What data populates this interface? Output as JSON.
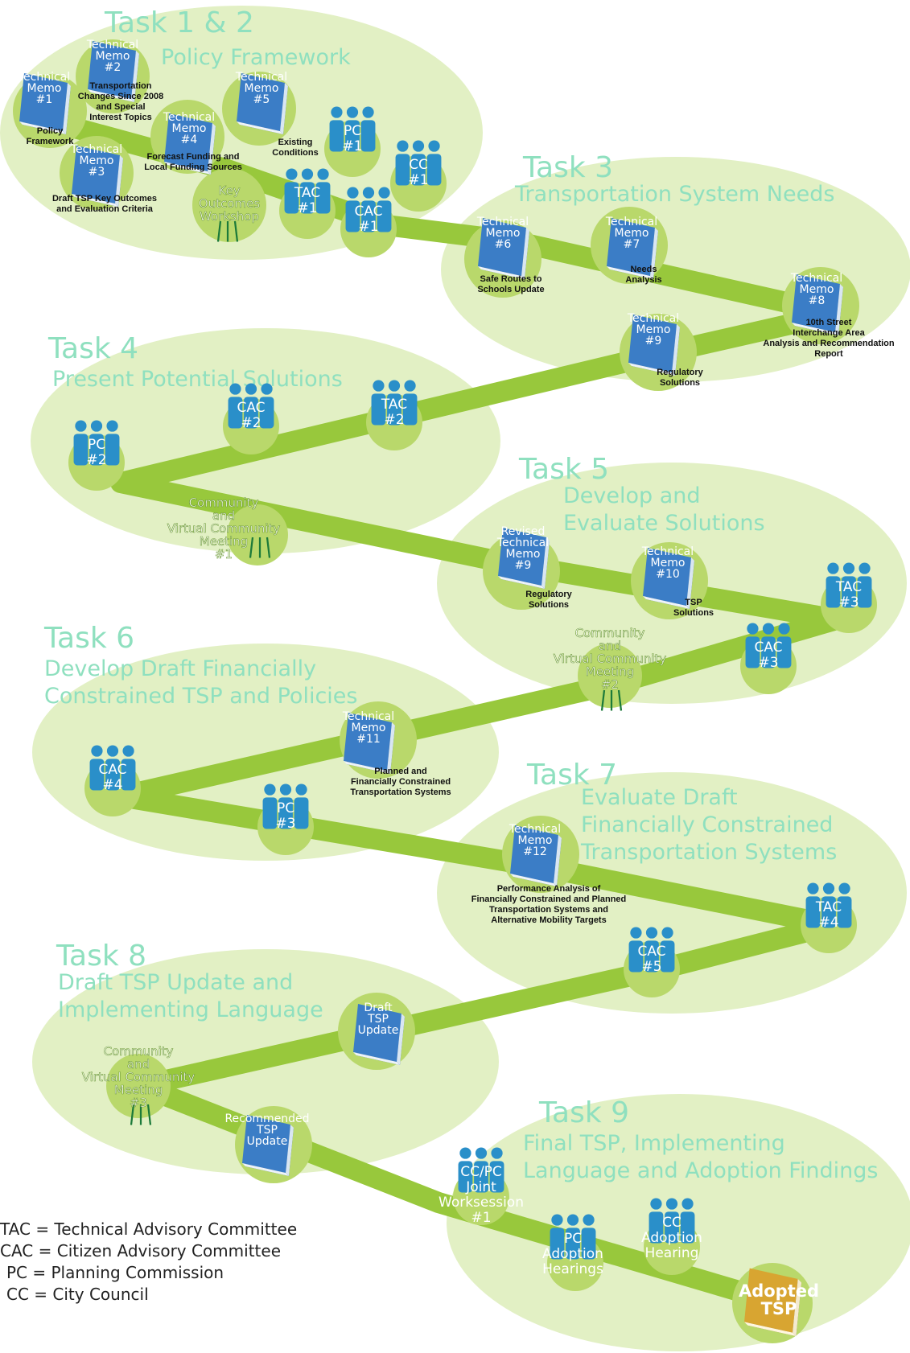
{
  "tasks": [
    {
      "id": "t12",
      "title": "Task 1 & 2",
      "subtitle": [
        "Policy Framework"
      ]
    },
    {
      "id": "t3",
      "title": "Task 3",
      "subtitle": [
        "Transportation System Needs"
      ]
    },
    {
      "id": "t4",
      "title": "Task 4",
      "subtitle": [
        "Present Potential Solutions"
      ]
    },
    {
      "id": "t5",
      "title": "Task 5",
      "subtitle": [
        "Develop and",
        "Evaluate Solutions"
      ]
    },
    {
      "id": "t6",
      "title": "Task 6",
      "subtitle": [
        "Develop Draft Financially",
        "Constrained TSP and Policies"
      ]
    },
    {
      "id": "t7",
      "title": "Task 7",
      "subtitle": [
        "Evaluate Draft",
        "Financially Constrained",
        "Transportation Systems"
      ]
    },
    {
      "id": "t8",
      "title": "Task 8",
      "subtitle": [
        "Draft TSP Update and",
        "Implementing Language"
      ]
    },
    {
      "id": "t9",
      "title": "Task 9",
      "subtitle": [
        "Final TSP, Implementing",
        "Language and Adoption Findings"
      ]
    }
  ],
  "memos": [
    {
      "id": "m1",
      "label": [
        "Technical",
        "Memo",
        "#1"
      ],
      "caption": [
        "Policy",
        "Framework"
      ]
    },
    {
      "id": "m2",
      "label": [
        "Technical",
        "Memo",
        "#2"
      ],
      "caption": [
        "Transportation",
        "Changes Since 2008",
        "and Special",
        "Interest Topics"
      ]
    },
    {
      "id": "m3",
      "label": [
        "Technical",
        "Memo",
        "#3"
      ],
      "caption": [
        "Draft TSP Key Outcomes",
        "and Evaluation Criteria"
      ]
    },
    {
      "id": "m4",
      "label": [
        "Technical",
        "Memo",
        "#4"
      ],
      "caption": [
        "Forecast Funding and",
        "Local Funding Sources"
      ]
    },
    {
      "id": "m5",
      "label": [
        "Technical",
        "Memo",
        "#5"
      ],
      "caption": [
        "Existing",
        "Conditions"
      ]
    },
    {
      "id": "m6",
      "label": [
        "Technical",
        "Memo",
        "#6"
      ],
      "caption": [
        "Safe Routes to",
        "Schools Update"
      ]
    },
    {
      "id": "m7",
      "label": [
        "Technical",
        "Memo",
        "#7"
      ],
      "caption": [
        "Needs",
        "Analysis"
      ]
    },
    {
      "id": "m8",
      "label": [
        "Technical",
        "Memo",
        "#8"
      ],
      "caption": [
        "10th Street",
        "Interchange Area",
        "Analysis and Recommendation",
        "Report"
      ]
    },
    {
      "id": "m9",
      "label": [
        "Technical",
        "Memo",
        "#9"
      ],
      "caption": [
        "Regulatory",
        "Solutions"
      ]
    },
    {
      "id": "m9r",
      "label": [
        "Revised",
        "Technical",
        "Memo",
        "#9"
      ],
      "caption": [
        "Regulatory",
        "Solutions"
      ]
    },
    {
      "id": "m10",
      "label": [
        "Technical",
        "Memo",
        "#10"
      ],
      "caption": [
        "TSP",
        "Solutions"
      ]
    },
    {
      "id": "m11",
      "label": [
        "Technical",
        "Memo",
        "#11"
      ],
      "caption": [
        "Planned and",
        "Financially Constrained",
        "Transportation Systems"
      ]
    },
    {
      "id": "m12",
      "label": [
        "Technical",
        "Memo",
        "#12"
      ],
      "caption": [
        "Performance Analysis of",
        "Financially Constrained and Planned",
        "Transportation Systems and",
        "Alternative Mobility Targets"
      ]
    },
    {
      "id": "dtsp",
      "label": [
        "Draft",
        "TSP",
        "Update"
      ],
      "caption": []
    },
    {
      "id": "rtsp",
      "label": [
        "Recommended",
        "TSP",
        "Update"
      ],
      "caption": []
    }
  ],
  "meetings": [
    {
      "id": "pc1",
      "label": [
        "PC",
        "#1"
      ]
    },
    {
      "id": "cc1",
      "label": [
        "CC",
        "#1"
      ]
    },
    {
      "id": "tac1",
      "label": [
        "TAC",
        "#1"
      ]
    },
    {
      "id": "cac1",
      "label": [
        "CAC",
        "#1"
      ]
    },
    {
      "id": "cac2",
      "label": [
        "CAC",
        "#2"
      ]
    },
    {
      "id": "tac2",
      "label": [
        "TAC",
        "#2"
      ]
    },
    {
      "id": "pc2",
      "label": [
        "PC",
        "#2"
      ]
    },
    {
      "id": "tac3",
      "label": [
        "TAC",
        "#3"
      ]
    },
    {
      "id": "cac3",
      "label": [
        "CAC",
        "#3"
      ]
    },
    {
      "id": "cac4",
      "label": [
        "CAC",
        "#4"
      ]
    },
    {
      "id": "pc3",
      "label": [
        "PC",
        "#3"
      ]
    },
    {
      "id": "tac4",
      "label": [
        "TAC",
        "#4"
      ]
    },
    {
      "id": "cac5",
      "label": [
        "CAC",
        "#5"
      ]
    },
    {
      "id": "ccpc",
      "label": [
        "CC/PC",
        "Joint",
        "Worksession",
        "#1"
      ]
    },
    {
      "id": "pcah",
      "label": [
        "PC",
        "Adoption",
        "Hearings"
      ]
    },
    {
      "id": "ccah",
      "label": [
        "CC",
        "Adoption",
        "Hearing"
      ]
    }
  ],
  "events": [
    {
      "id": "kow",
      "label": [
        "Key",
        "Outcomes",
        "Workshop"
      ]
    },
    {
      "id": "vcm1",
      "label": [
        "Community",
        "and",
        "Virtual Community",
        "Meeting",
        "#1"
      ]
    },
    {
      "id": "vcm2",
      "label": [
        "Community",
        "and",
        "Virtual Community",
        "Meeting",
        "#2"
      ]
    },
    {
      "id": "vcm3",
      "label": [
        "Community",
        "and",
        "Virtual Community",
        "Meeting",
        "#3"
      ]
    }
  ],
  "final": {
    "label": [
      "Adopted",
      "TSP"
    ]
  },
  "legend": [
    "TAC = Technical Advisory Committee",
    "CAC = Citizen Advisory Committee",
    "PC = Planning Commission",
    "CC = City Council"
  ],
  "colors": {
    "task_region": "#e2f0c4",
    "path": "#98c83c",
    "node_circle": "#b9d86b",
    "title_text": "#8fe0bf",
    "memo_book": "#2f6fb5",
    "people_icon": "#2a8fc9",
    "final_book": "#c99a2c"
  }
}
